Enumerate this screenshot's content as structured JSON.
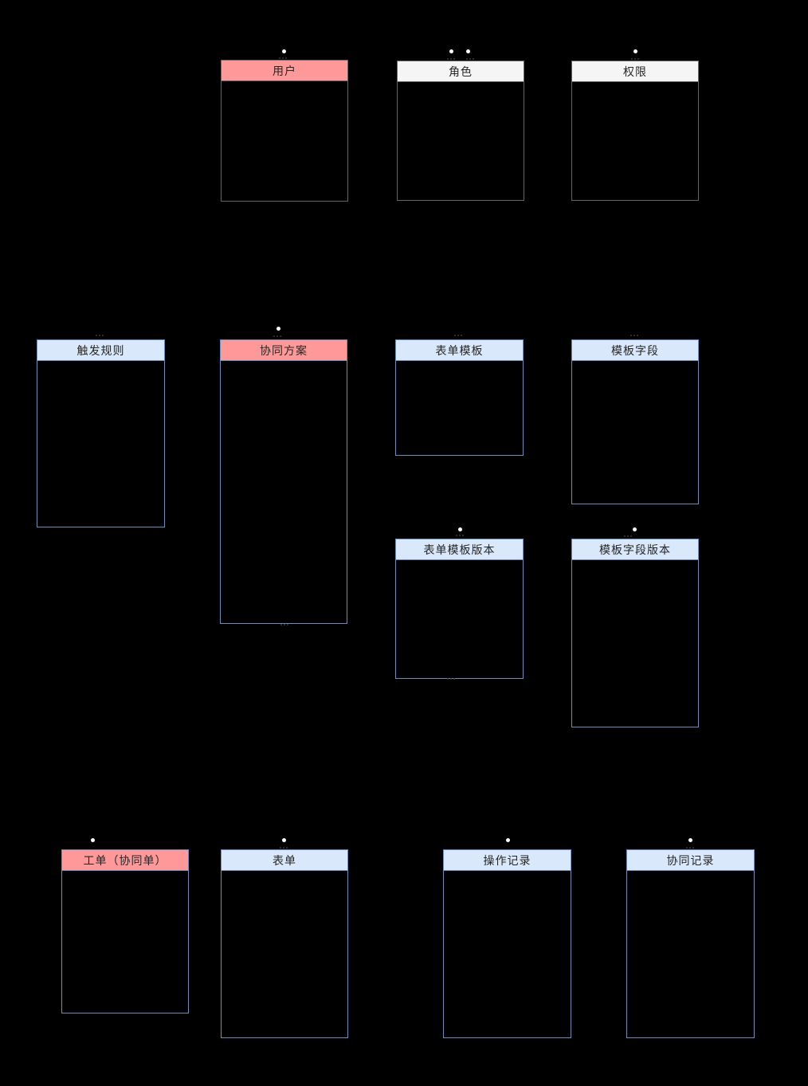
{
  "diagram": {
    "type": "entity-relationship-diagram",
    "background": "#000000",
    "palette": {
      "pink_header": "#ff9999",
      "blue_header": "#dae8fc",
      "white_header": "#f5f5f5",
      "blue_stroke": "#6c8ebf",
      "gray_stroke": "#666666",
      "header_text": "#262626",
      "connector_dot": "#ffffff"
    }
  },
  "entities": [
    {
      "label": "用户",
      "header_style": "pink",
      "stroke_style": "gray"
    },
    {
      "label": "角色",
      "header_style": "white",
      "stroke_style": "gray"
    },
    {
      "label": "权限",
      "header_style": "white",
      "stroke_style": "gray"
    },
    {
      "label": "触发规则",
      "header_style": "blue",
      "stroke_style": "blue"
    },
    {
      "label": "协同方案",
      "header_style": "pink",
      "stroke_style": "blue"
    },
    {
      "label": "表单模板",
      "header_style": "blue",
      "stroke_style": "blue"
    },
    {
      "label": "模板字段",
      "header_style": "blue",
      "stroke_style": "blue"
    },
    {
      "label": "表单模板版本",
      "header_style": "blue",
      "stroke_style": "blue"
    },
    {
      "label": "模板字段版本",
      "header_style": "blue",
      "stroke_style": "blue"
    },
    {
      "label": "工单（协同单）",
      "header_style": "pink",
      "stroke_style": "blue"
    },
    {
      "label": "表单",
      "header_style": "blue",
      "stroke_style": "blue"
    },
    {
      "label": "操作记录",
      "header_style": "blue",
      "stroke_style": "blue"
    },
    {
      "label": "协同记录",
      "header_style": "blue",
      "stroke_style": "blue"
    }
  ]
}
